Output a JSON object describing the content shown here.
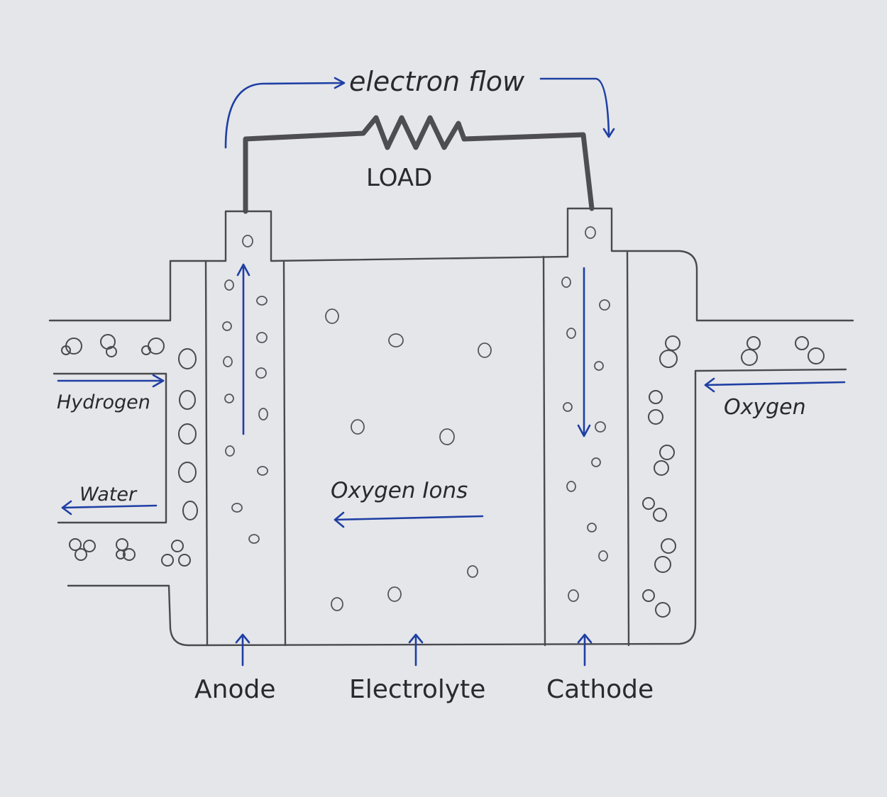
{
  "labels": {
    "electron_flow": "electron flow",
    "load": "LOAD",
    "hydrogen": "Hydrogen",
    "water": "Water",
    "oxygen": "Oxygen",
    "oxygen_ions": "Oxygen Ions",
    "anode": "Anode",
    "electrolyte": "Electrolyte",
    "cathode": "Cathode"
  },
  "colors": {
    "background": "#e4e6ea",
    "ink": "#4a4a4e",
    "pen_blue": "#1f3fa3"
  }
}
